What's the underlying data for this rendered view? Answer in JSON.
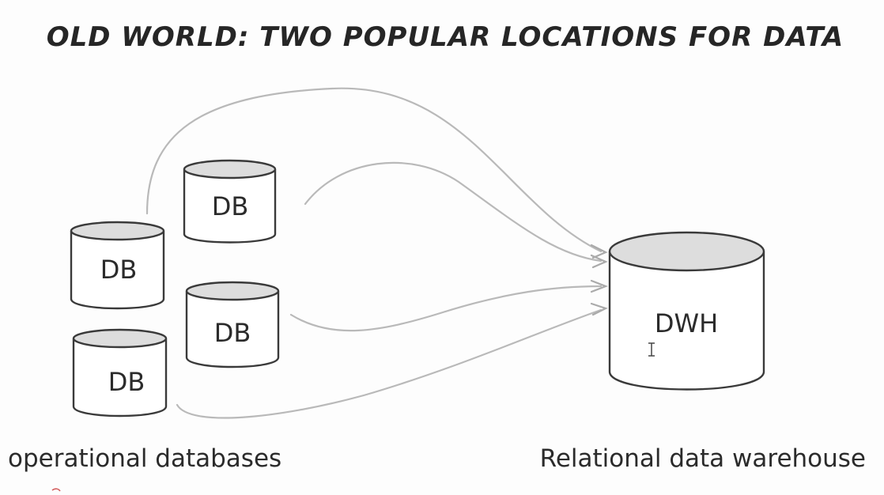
{
  "title": "OLD WORLD: TWO POPULAR LOCATIONS FOR DATA",
  "sources": [
    {
      "label": "DB"
    },
    {
      "label": "DB"
    },
    {
      "label": "DB"
    },
    {
      "label": "DB"
    }
  ],
  "target": {
    "label": "DWH"
  },
  "captions": {
    "left": "operational databases",
    "right": "Relational data warehouse"
  },
  "colors": {
    "stroke": "#3a3a3a",
    "cylinder_top_fill": "#dddddd",
    "arrow": "#b9b9b9",
    "text": "#2b2b2b"
  }
}
